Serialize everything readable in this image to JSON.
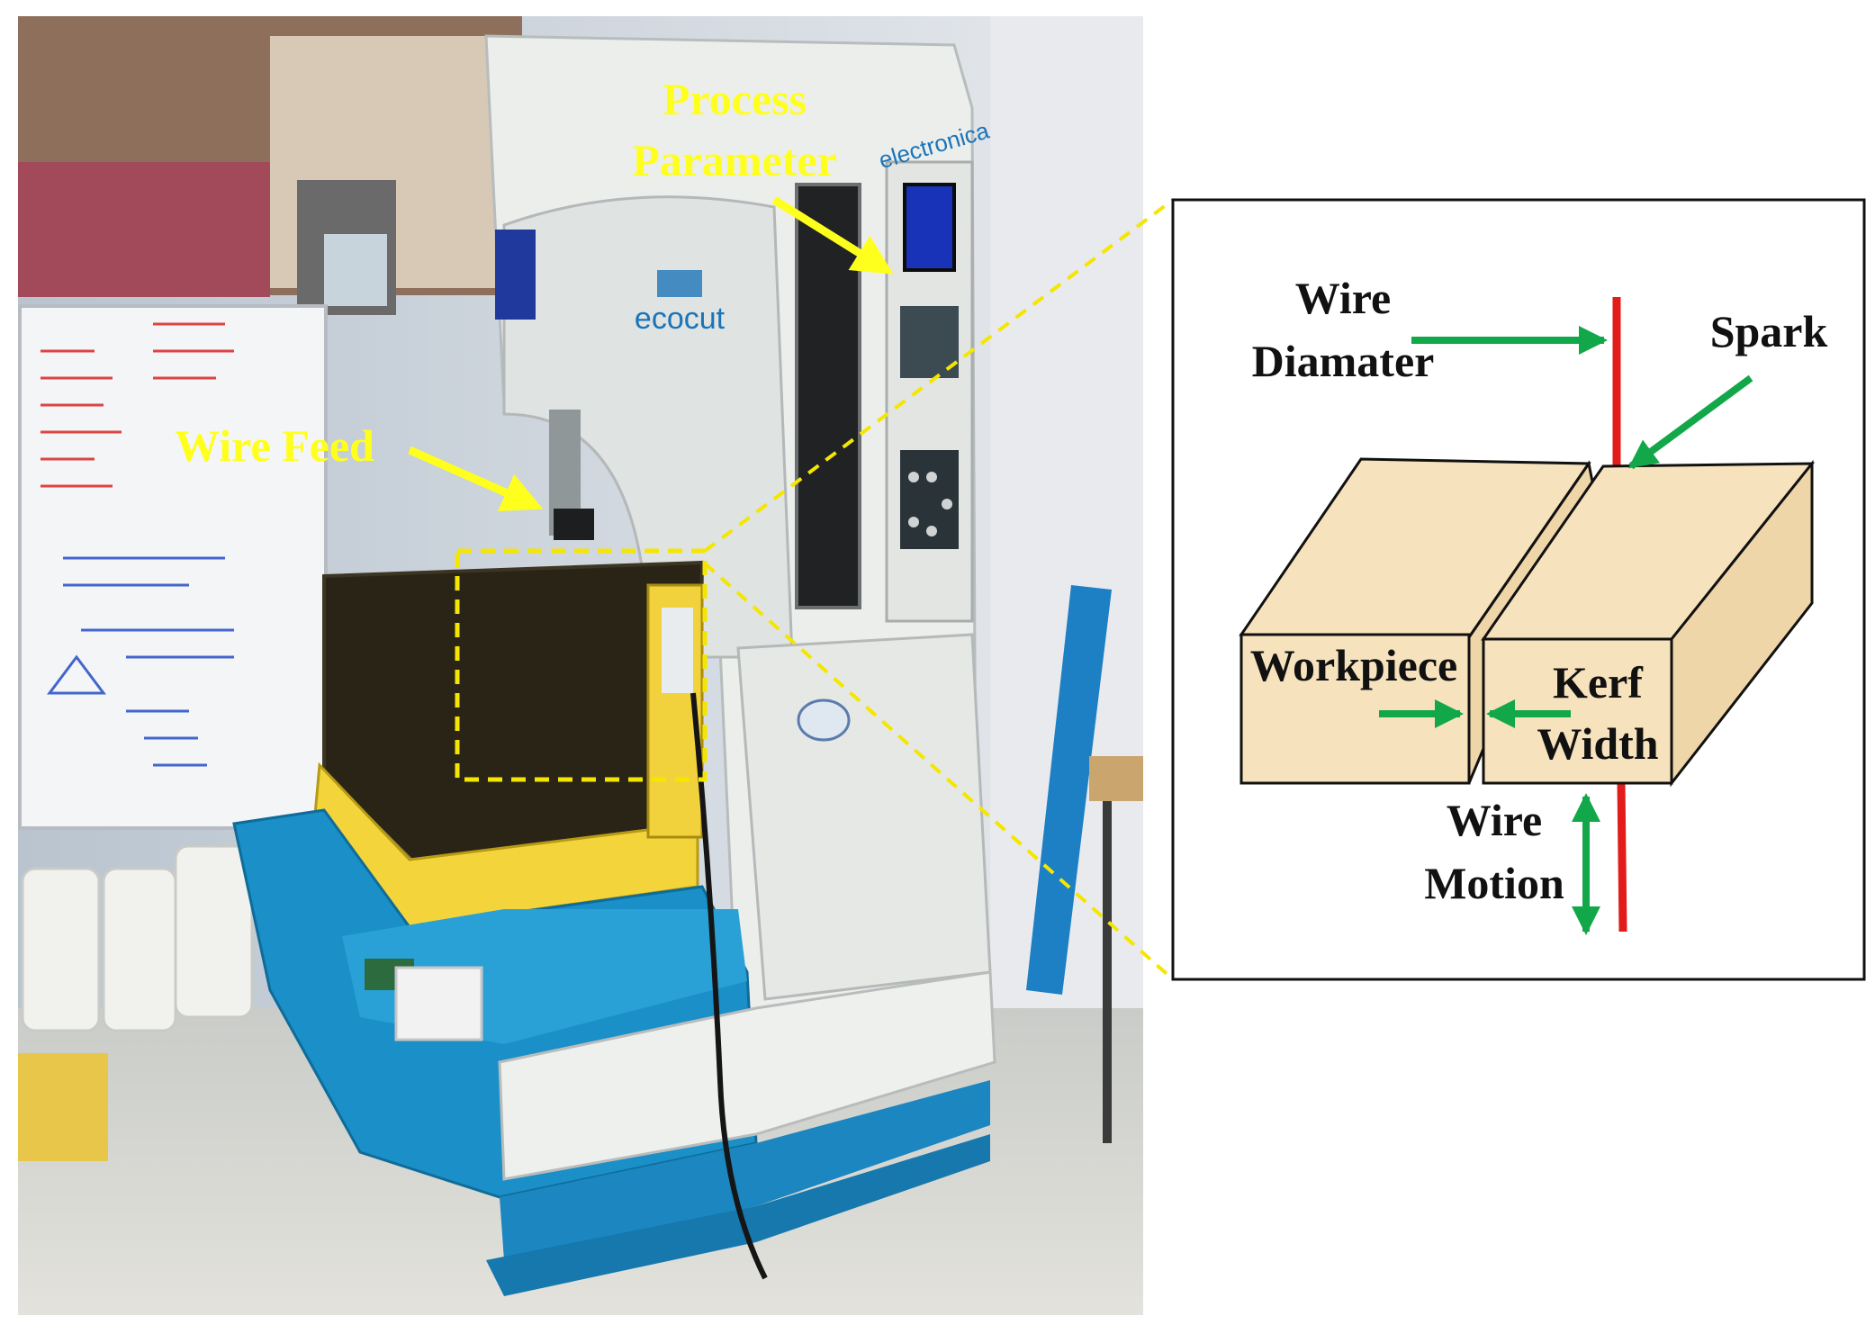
{
  "photo_labels": {
    "process_line1": "Process",
    "process_line2": "Parameter",
    "wire_feed": "Wire Feed",
    "brand_main": "electronica",
    "brand_machine": "ecocut"
  },
  "schematic_labels": {
    "wire_line1": "Wire",
    "wire_line2": "Diamater",
    "spark": "Spark",
    "workpiece": "Workpiece",
    "kerf_line1": "Kerf",
    "kerf_line2": "Width",
    "motion_line1": "Wire",
    "motion_line2": "Motion"
  },
  "colors": {
    "label_yellow": "#ffff1e",
    "callout_yellow": "#f5e600",
    "arrow_green": "#12a84a",
    "wire_red": "#e21b1b",
    "workpiece_fill": "#f6e2bc",
    "machine_blue": "#1a8fc8"
  }
}
